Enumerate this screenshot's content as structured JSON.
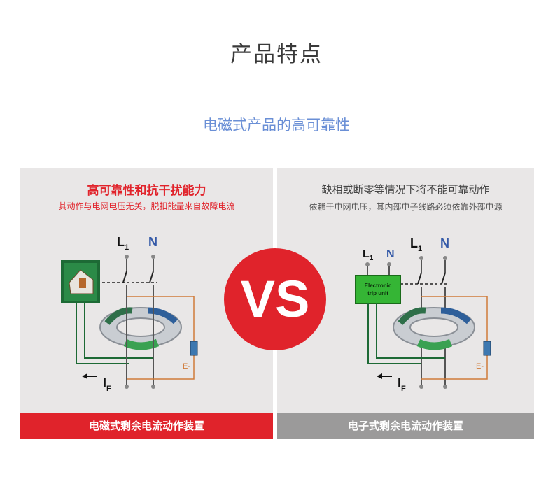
{
  "page": {
    "title": "产品特点",
    "subtitle": "电磁式产品的高可靠性"
  },
  "left_panel": {
    "heading": "高可靠性和抗干扰能力",
    "subheading": "其动作与电网电压无关，脱扣能量来自故障电流",
    "footer": "电磁式剩余电流动作装置",
    "diagram": {
      "label_l1": "L",
      "label_l1_sub": "1",
      "label_n": "N",
      "label_if": "I",
      "label_if_sub": "F"
    }
  },
  "right_panel": {
    "heading": "缺相或断零等情况下将不能可靠动作",
    "subheading": "依赖于电网电压，其内部电子线路必须依靠外部电源",
    "footer": "电子式剩余电流动作装置",
    "diagram": {
      "label_l1": "L",
      "label_l1_sub": "1",
      "label_n": "N",
      "label_l1_main": "L",
      "label_l1_main_sub": "1",
      "label_n_main": "N",
      "trip_unit_line1": "Electronic",
      "trip_unit_line2": "trip unit",
      "label_if": "I",
      "label_if_sub": "F"
    }
  },
  "vs": {
    "label": "VS"
  },
  "colors": {
    "accent_red": "#e0232b",
    "subtitle_blue": "#6a8fd6",
    "panel_bg": "#e9e7e7",
    "footer_gray": "#9b9a9a"
  }
}
